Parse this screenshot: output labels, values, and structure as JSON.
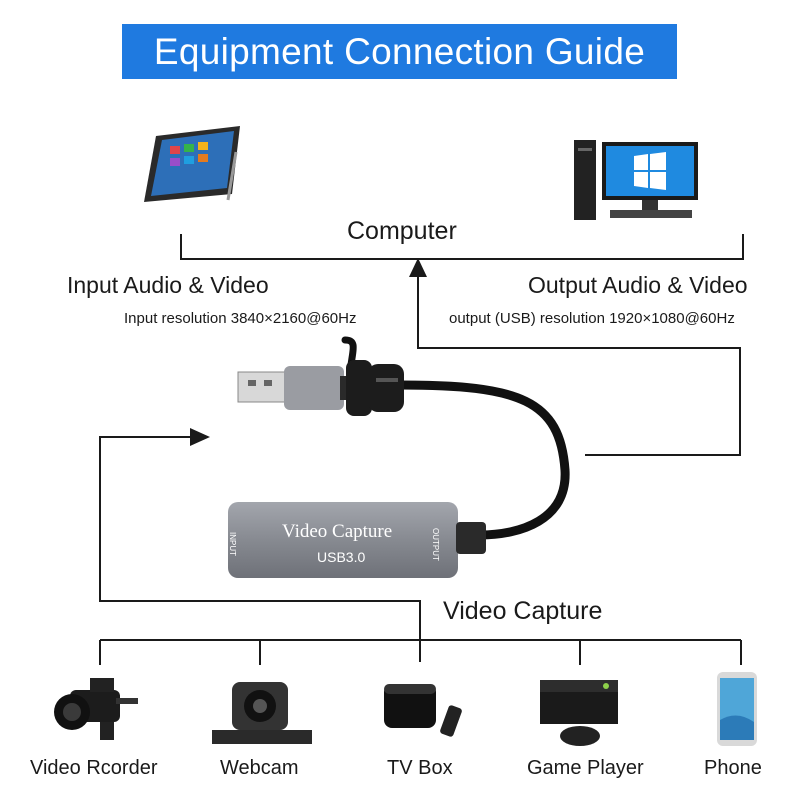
{
  "title": "Equipment Connection Guide",
  "computer_label": "Computer",
  "input_label": "Input Audio & Video",
  "input_resolution": "Input  resolution 3840×2160@60Hz",
  "output_label": "Output Audio & Video",
  "output_resolution": "output (USB) resolution 1920×1080@60Hz",
  "capture": {
    "device_name": "Video Capture",
    "device_sub": "USB3.0",
    "port_input": "INPUT",
    "port_output": "OUTPUT"
  },
  "capture_label": "Video Capture",
  "sources": [
    {
      "label": "Video Rcorder",
      "icon": "camcorder-icon"
    },
    {
      "label": "Webcam",
      "icon": "webcam-icon"
    },
    {
      "label": "TV Box",
      "icon": "tv-box-icon"
    },
    {
      "label": "Game Player",
      "icon": "game-console-icon"
    },
    {
      "label": "Phone",
      "icon": "phone-icon"
    }
  ],
  "colors": {
    "banner": "#1f7ae0",
    "device_body": "#8c8f96",
    "lines": "#1a1a1a"
  }
}
